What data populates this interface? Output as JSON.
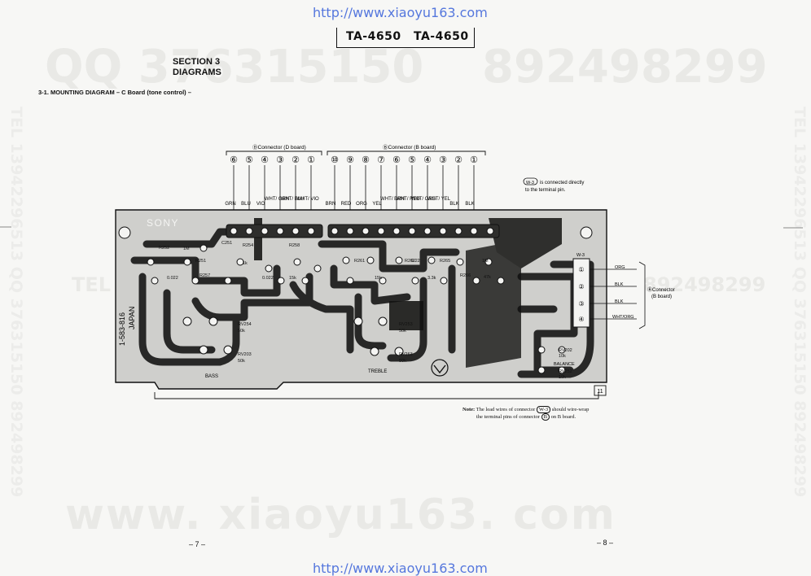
{
  "header": {
    "url": "http://www.xiaoyu163.com",
    "models": [
      "TA-4650",
      "TA-4650"
    ]
  },
  "section": {
    "number": "SECTION 3",
    "title": "DIAGRAMS",
    "caption": "3-1.  MOUNTING DIAGRAM – C Board (tone control) –"
  },
  "watermarks": {
    "qq_left": "QQ 376315150",
    "qq_right": "892498299",
    "tel_mid": "TEL 13942296513",
    "qq_mid": "892498299",
    "site": "www. xiaoyu163. com",
    "vertical_left": "TEL 13942296513  QQ 376315150  892498299",
    "vertical_right": "TEL 13942296513  QQ 376315150  892498299"
  },
  "diagram": {
    "d_connector_label": "ⒹConnector (D board)",
    "d_pins": [
      "⑥",
      "⑤",
      "④",
      "③",
      "②",
      "①"
    ],
    "d_wires": [
      "GRN",
      "BLU",
      "VIO",
      "WHT/ GRN",
      "WHT/ BLU",
      "WHT/ VIO"
    ],
    "b_connector_label": "ⒷConnector (B board)",
    "b_pins": [
      "⑩",
      "⑨",
      "⑧",
      "⑦",
      "⑥",
      "⑤",
      "④",
      "③",
      "②",
      "①"
    ],
    "b_wires": [
      "BRN",
      "RED",
      "ORG",
      "YEL",
      "WHT/ BRN",
      "WHT/ RED",
      "WHT/ ORG",
      "WHT/ YEL",
      "BLK",
      "BLK"
    ],
    "wrap_note_pin": "W-3",
    "wrap_note": [
      "is connected directly",
      "to the terminal pin."
    ],
    "right_wires": [
      "ORG",
      "BLK",
      "BLK",
      "WHT/ORG"
    ],
    "right_connector": [
      "ⒷConnector",
      "(B board)"
    ],
    "w_label": "W-3",
    "w_pins": [
      "①",
      "②",
      "③",
      "④"
    ],
    "board_brand": "SONY",
    "board_part": "1-583-816",
    "board_origin": "JAPAN",
    "bass_label": "BASS",
    "treble_label": "TREBLE",
    "balance_label": "BALANCE",
    "board_number": "11",
    "components": {
      "r_top": [
        "R252",
        "R251",
        "C251",
        "R254",
        "R258",
        "R261",
        "R262",
        "R265",
        "R266",
        "R257"
      ],
      "values": [
        "1M",
        "1k",
        "0.022",
        "0.022",
        "15k",
        "15k",
        "0.22",
        "1M",
        "47k",
        "3.3k"
      ],
      "pots": [
        "RV254",
        "50k",
        "RV203",
        "50k",
        "RV253",
        "50k",
        "RV263",
        "50k",
        "RV202",
        "10k",
        "RV252",
        "10k"
      ]
    }
  },
  "bottom_note": {
    "label": "Note:",
    "line1_a": "The lead wires of connector",
    "pin": "W-3",
    "line1_b": "should wire-wrap",
    "line2_a": "the terminal pins of connector",
    "conn": "B",
    "line2_b": "on B board."
  },
  "pages": {
    "left": "–  7  –",
    "right": "–  8  –"
  }
}
